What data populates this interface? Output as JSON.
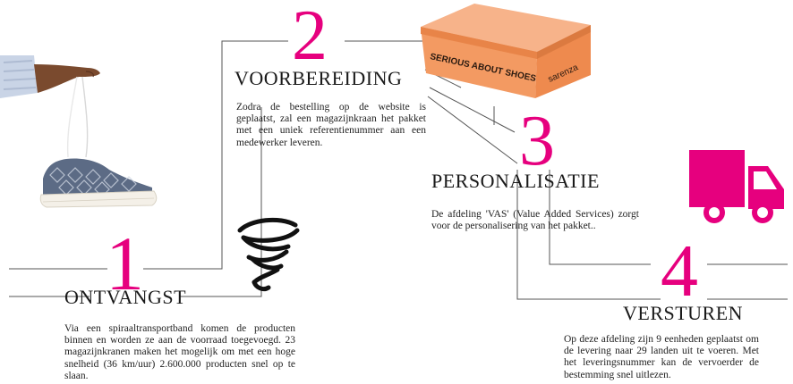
{
  "colors": {
    "accent": "#e6007e",
    "line": "#555555",
    "box": "#f4a06a"
  },
  "steps": [
    {
      "number": "1",
      "title": "ONTVANGST",
      "text": "Via een spiraaltransportband komen de producten binnen en worden ze aan de voorraad toegevoegd. 23 magazijnkranen maken het mogelijk om met een hoge snelheid (36 km/uur) 2.600.000 producten snel op te slaan."
    },
    {
      "number": "2",
      "title": "VOORBEREIDING",
      "text": "Zodra de bestelling op de website is geplaatst, zal een magazijnkraan het pakket met een uniek referentienummer aan een medewerker leveren."
    },
    {
      "number": "3",
      "title": "PERSONALISATIE",
      "text": "De afdeling 'VAS' (Value Added Services) zorgt voor de personalisering van het pakket.."
    },
    {
      "number": "4",
      "title": "VERSTUREN",
      "text": "Op deze afdeling zijn 9 eenheden geplaatst om de levering naar 29 landen uit te voeren. Met het leveringsnummer kan de vervoerder de bestemming snel uitlezen."
    }
  ],
  "box_label": "SERIOUS ABOUT SHOES",
  "box_brand": "sarenza",
  "icons": [
    "shoe-hand-illustration",
    "spiral-icon",
    "shoebox-illustration",
    "truck-icon"
  ]
}
